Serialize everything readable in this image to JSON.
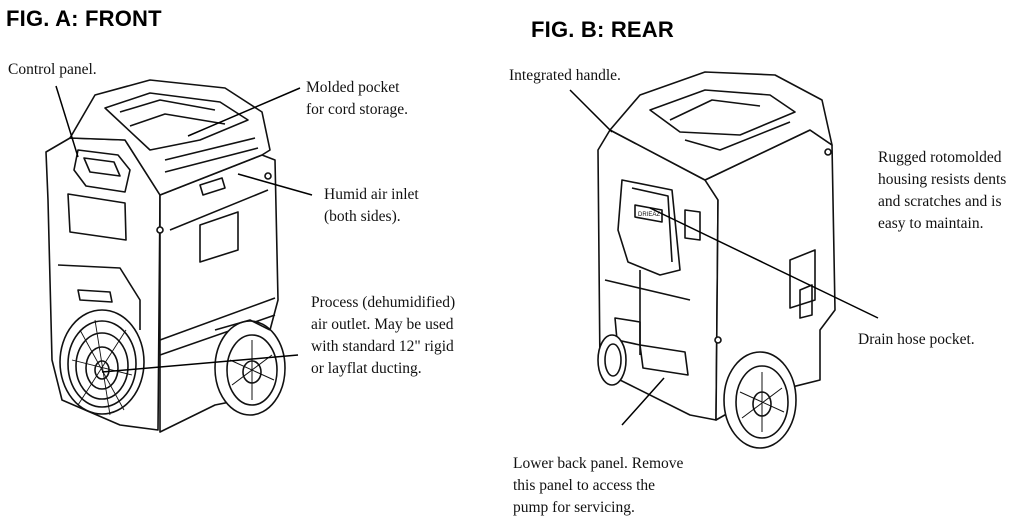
{
  "figures": {
    "front": {
      "title": "FIG. A: FRONT"
    },
    "rear": {
      "title": "FIG. B: REAR"
    }
  },
  "labels": {
    "control_panel": [
      "Control panel."
    ],
    "molded_pocket": [
      "Molded pocket",
      "for cord storage."
    ],
    "humid_inlet": [
      "Humid air inlet",
      "(both sides)."
    ],
    "process_outlet": [
      "Process (dehumidified)",
      "air outlet. May be used",
      "with standard 12\" rigid",
      "or layflat ducting."
    ],
    "integrated_handle": [
      "Integrated handle."
    ],
    "rugged_housing": [
      "Rugged rotomolded",
      "housing resists dents",
      "and scratches and is",
      "easy to maintain."
    ],
    "drain_hose": [
      "Drain hose pocket."
    ],
    "lower_back_panel": [
      "Lower back panel. Remove",
      "this panel to access the",
      "pump for servicing."
    ]
  },
  "badge_text": "DRIEAZ"
}
